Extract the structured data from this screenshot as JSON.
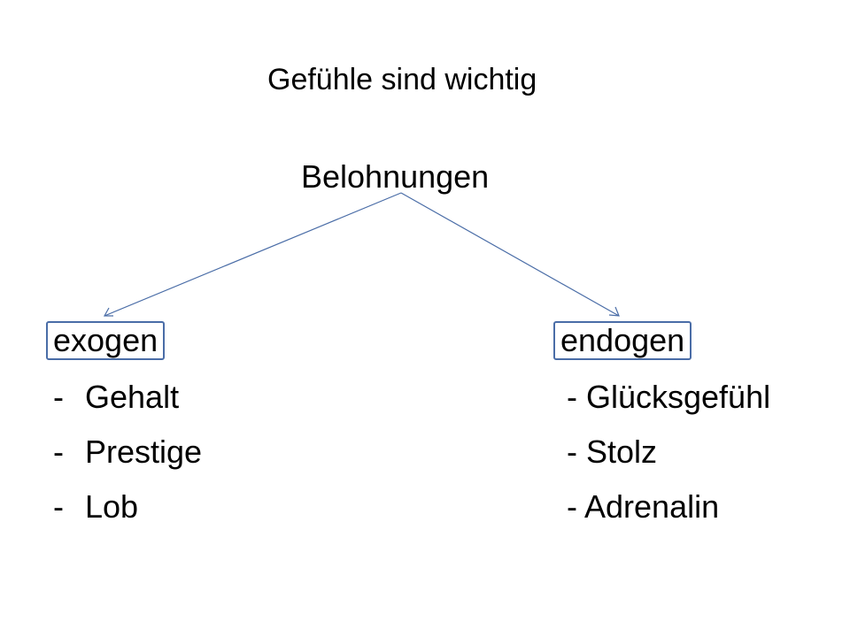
{
  "slide": {
    "title": "Gefühle sind wichtig",
    "root": "Belohnungen",
    "left": {
      "label": "exogen",
      "items": [
        "Gehalt",
        "Prestige",
        "Lob"
      ]
    },
    "right": {
      "label": "endogen",
      "items": [
        "- Glücksgefühl",
        "- Stolz",
        "- Adrenalin"
      ]
    },
    "colors": {
      "line": "#4a6da7",
      "box_border": "#4a6da7",
      "text": "#000000"
    }
  }
}
